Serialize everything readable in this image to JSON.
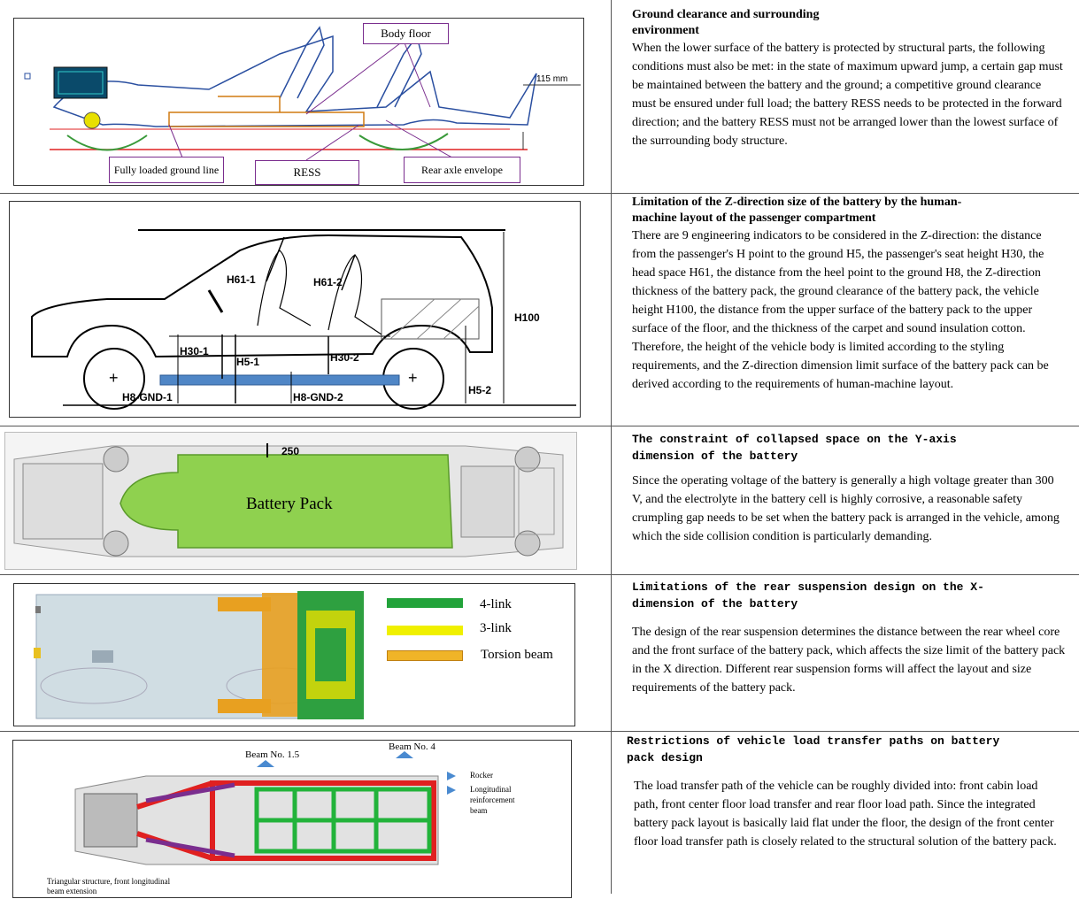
{
  "sections": [
    {
      "title": "Ground clearance and surrounding environment",
      "body": "When the lower surface of the battery is protected by structural parts, the following conditions must also be met: in the state of maximum upward jump, a certain gap must be maintained between the battery and the ground; a competitive ground clearance must be ensured under full load; the battery RESS needs to be protected in the forward direction; and the battery RESS must not be arranged lower than the lowest surface of the surrounding body structure.",
      "figure_labels": {
        "body_floor": "Body floor",
        "dim": "115 mm",
        "ground_line": "Fully loaded ground line",
        "ress": "RESS",
        "rear_axle": "Rear axle envelope"
      }
    },
    {
      "title": "Limitation of the Z-direction size of the battery by the human-machine layout of the passenger compartment",
      "body": "There are 9 engineering indicators to be considered in the Z-direction: the distance from the passenger's H point to the ground H5, the passenger's seat height H30, the head space H61, the distance from the heel point to the ground H8, the Z-direction thickness of the battery pack, the ground clearance of the battery pack, the vehicle height H100, the distance from the upper surface of the battery pack to the upper surface of the floor, and the thickness of the carpet and sound insulation cotton. Therefore, the height of the vehicle body is limited according to the styling requirements, and the Z-direction dimension limit surface of the battery pack can be derived according to the requirements of human-machine layout.",
      "figure_labels": {
        "h61_1": "H61-1",
        "h61_2": "H61-2",
        "h100": "H100",
        "h30_1": "H30-1",
        "h5_1": "H5-1",
        "h30_2": "H30-2",
        "h5_2": "H5-2",
        "h8_1": "H8-GND-1",
        "h8_2": "H8-GND-2"
      }
    },
    {
      "title": "The constraint of collapsed space on the Y-axis dimension of the battery",
      "body": "Since the operating voltage of the battery is generally a high voltage greater than 300 V, and the electrolyte in the battery cell is highly corrosive, a reasonable safety crumpling gap needs to be set when the battery pack is arranged in the vehicle, among which the side collision condition is particularly demanding.",
      "figure_labels": {
        "dim": "250",
        "pack": "Battery Pack"
      }
    },
    {
      "title": "Limitations of the rear suspension design on the X-dimension of the battery",
      "body": "The design of the rear suspension determines the distance between the rear wheel core and the front surface of the battery pack, which affects the size limit of the battery pack in the X direction. Different rear suspension forms will affect the layout and size requirements of the battery pack.",
      "legend": [
        {
          "label": "4-link",
          "color": "#22a33a"
        },
        {
          "label": "3-link",
          "color": "#f0f000"
        },
        {
          "label": "Torsion beam",
          "color": "#f0b428"
        }
      ]
    },
    {
      "title": "Restrictions of vehicle load transfer paths on battery pack design",
      "body": "The load transfer path of the vehicle can be roughly divided into: front cabin load path, front center floor load transfer and rear floor load path. Since the integrated battery pack layout is basically laid flat under the floor, the design of the front center floor load transfer path is closely related to the structural solution of the battery pack.",
      "figure_labels": {
        "beam15": "Beam No. 1.5",
        "beam4": "Beam No. 4",
        "rocker": "Rocker",
        "longi1": "Longitudinal",
        "longi2": "reinforcement",
        "longi3": "beam",
        "tri1": "Triangular structure, front longitudinal",
        "tri2": "beam extension"
      }
    }
  ],
  "colors": {
    "accent_purple": "#7a2d8e",
    "battery_green": "#8fd14f",
    "battery_blue": "#4f86c6",
    "frame_red": "#e02020"
  }
}
